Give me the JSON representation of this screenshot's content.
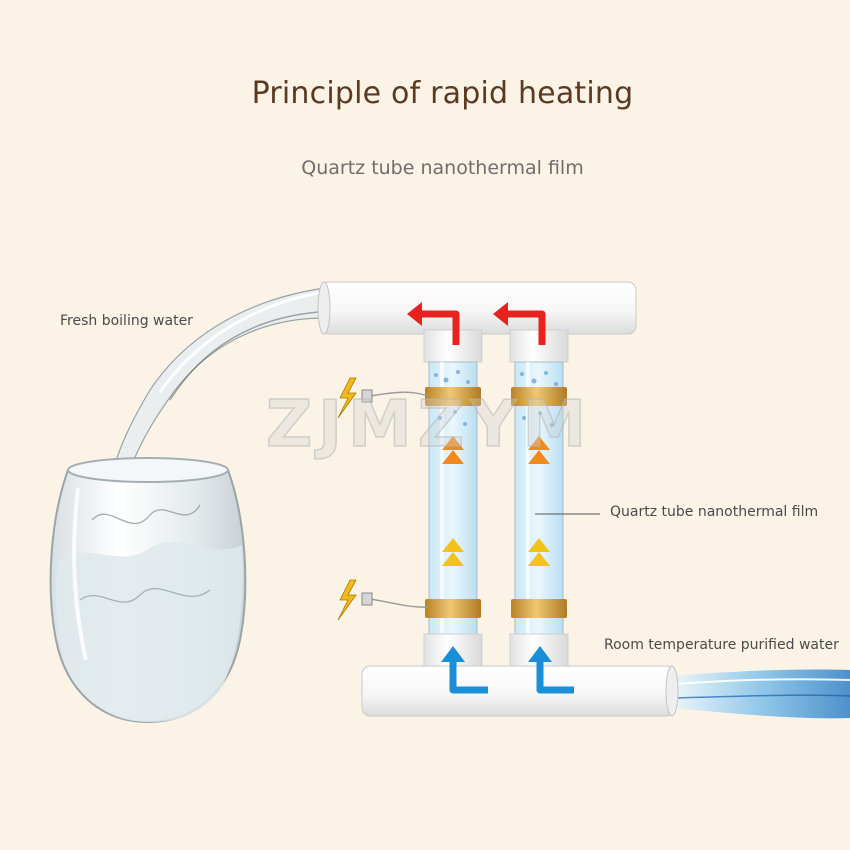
{
  "title": "Principle of rapid heating",
  "subtitle": "Quartz tube nanothermal film",
  "labels": {
    "outlet": "Fresh boiling water",
    "film": "Quartz tube nanothermal film",
    "inlet": "Room temperature purified water"
  },
  "watermark": "ZJMZYM",
  "colors": {
    "background": "#fbf4e6",
    "title": "#5b3a22",
    "hot_arrow": "#e8231f",
    "cold_arrow": "#1a8fd8",
    "heating_band": "#d8a442",
    "up_chevron_top": "#f08a1e",
    "up_chevron_bottom": "#f3c21b",
    "water": "#a9d7ef"
  },
  "icons": {
    "power": "lightning-bolt-icon",
    "hot_flow": "red-hook-arrow-icon",
    "cold_flow": "blue-hook-arrow-icon"
  }
}
